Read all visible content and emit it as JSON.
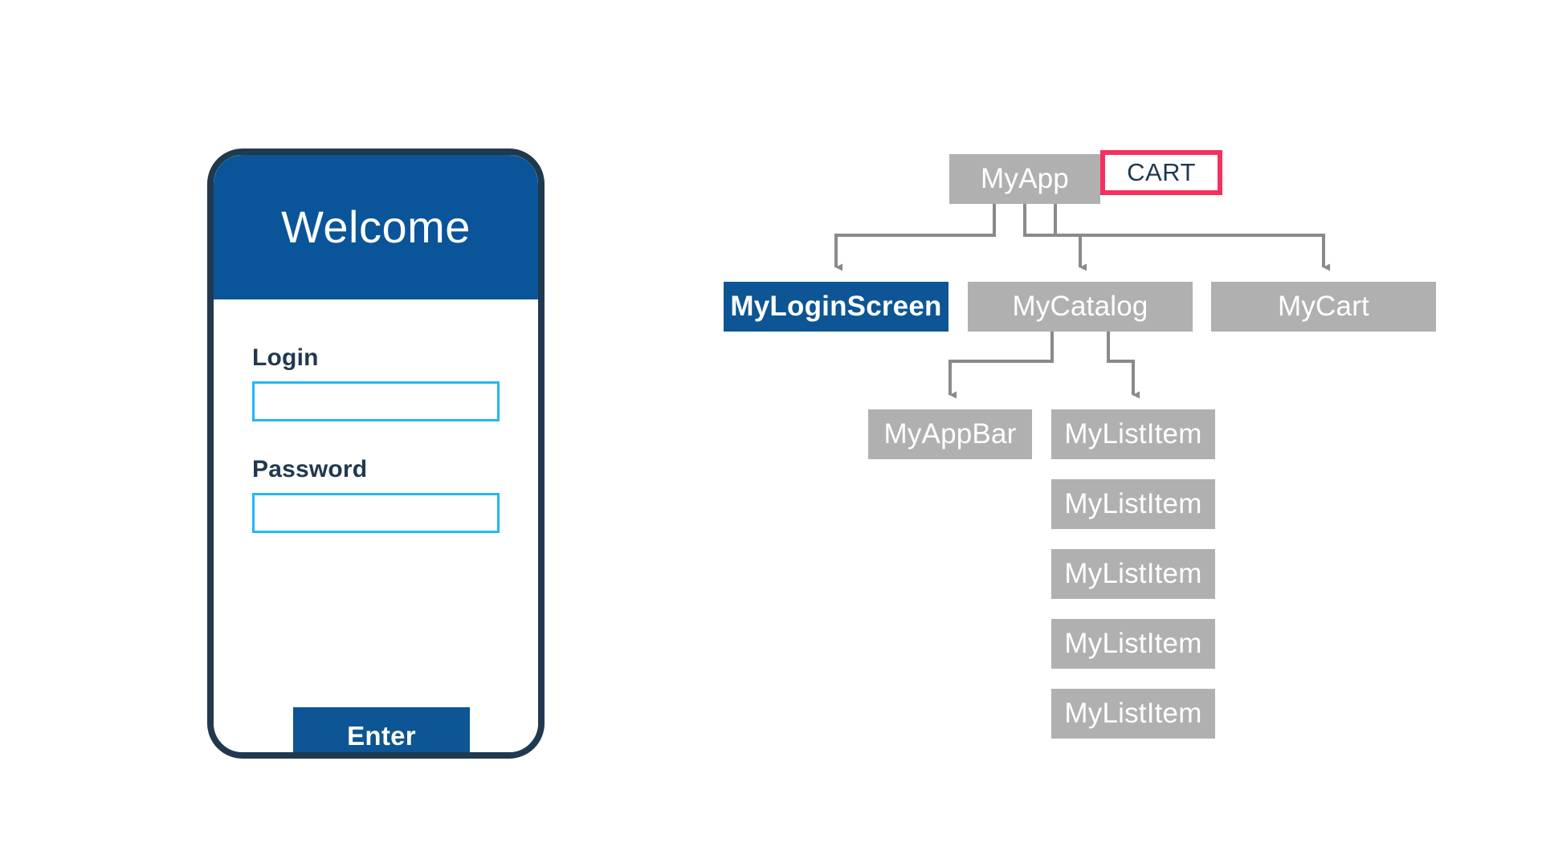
{
  "phone": {
    "header_title": "Welcome",
    "fields": [
      {
        "label": "Login",
        "value": "",
        "placeholder": ""
      },
      {
        "label": "Password",
        "value": "",
        "placeholder": ""
      }
    ],
    "submit_label": "Enter",
    "colors": {
      "frame": "#20394f",
      "header_bg": "#0a5599",
      "input_border": "#22b8f5",
      "button_bg": "#0d5594",
      "label_text": "#20394f"
    }
  },
  "widget_tree": {
    "root": {
      "label": "MyApp",
      "state": "normal"
    },
    "cart_badge": {
      "label": "CART",
      "border_color": "#f4305f",
      "text_color": "#20394f"
    },
    "level2": [
      {
        "label": "MyLoginScreen",
        "state": "highlighted"
      },
      {
        "label": "MyCatalog",
        "state": "normal"
      },
      {
        "label": "MyCart",
        "state": "normal"
      }
    ],
    "level3": [
      {
        "label": "MyAppBar",
        "state": "normal"
      },
      {
        "label": "MyListItem",
        "state": "normal"
      }
    ],
    "list_items": [
      {
        "label": "MyListItem"
      },
      {
        "label": "MyListItem"
      },
      {
        "label": "MyListItem"
      },
      {
        "label": "MyListItem"
      },
      {
        "label": "MyListItem"
      }
    ],
    "colors": {
      "node_normal": "#b0b0b0",
      "node_highlighted": "#0d5594",
      "connector": "#8a8a8a",
      "node_text": "#ffffff"
    }
  }
}
